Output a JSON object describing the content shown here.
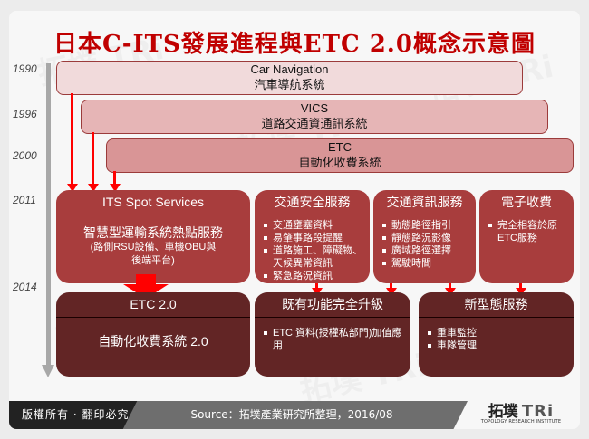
{
  "title": "日本C-ITS發展進程與ETC 2.0概念示意圖",
  "timeline": {
    "years": [
      "1990",
      "1996",
      "2000",
      "2011",
      "2014"
    ]
  },
  "eras": [
    {
      "name_en": "Car Navigation",
      "name_zh": "汽車導航系統",
      "year": "1990",
      "color": "#f1dadb"
    },
    {
      "name_en": "VICS",
      "name_zh": "道路交通資通訊系統",
      "year": "1996",
      "color": "#e6b5b6"
    },
    {
      "name_en": "ETC",
      "name_zh": "自動化收費系統",
      "year": "2000",
      "color": "#d99596"
    }
  ],
  "services_2011": {
    "its": {
      "title": "ITS Spot Services",
      "line1": "智慧型運輸系統熱點服務",
      "line2": "(路側RSU設備、車機OBU與",
      "line3": "後端平台)"
    },
    "safety": {
      "title": "交通安全服務",
      "items": [
        "交通壅塞資料",
        "易肇事路段提醒",
        "道路施工、障礙物、天候異常資訊",
        "緊急路況資訊"
      ]
    },
    "info": {
      "title": "交通資訊服務",
      "items": [
        "動態路徑指引",
        "靜態路況影像",
        "廣域路徑選擇",
        "駕駛時間"
      ]
    },
    "toll": {
      "title": "電子收費",
      "items": [
        "完全相容於原ETC服務"
      ]
    }
  },
  "services_2014": {
    "etc2": {
      "title": "ETC 2.0",
      "body": "自動化收費系統 2.0"
    },
    "upgrade": {
      "title": "既有功能完全升級",
      "items": [
        "ETC 資料(授權私部門)加值應用"
      ]
    },
    "new": {
      "title": "新型態服務",
      "items": [
        "重車監控",
        "車隊管理"
      ]
    }
  },
  "colors": {
    "title": "#c00000",
    "arrow": "#ff0000",
    "mid_box": "#a83d3d",
    "low_box": "#622525"
  },
  "footer": {
    "copyright": "版權所有 · 翻印必究",
    "source": "Source：拓墣產業研究所整理，2016/08",
    "logo_zh": "拓墣",
    "logo_en": "TRi",
    "logo_sub": "TOPOLOGY RESEARCH INSTITUTE"
  }
}
